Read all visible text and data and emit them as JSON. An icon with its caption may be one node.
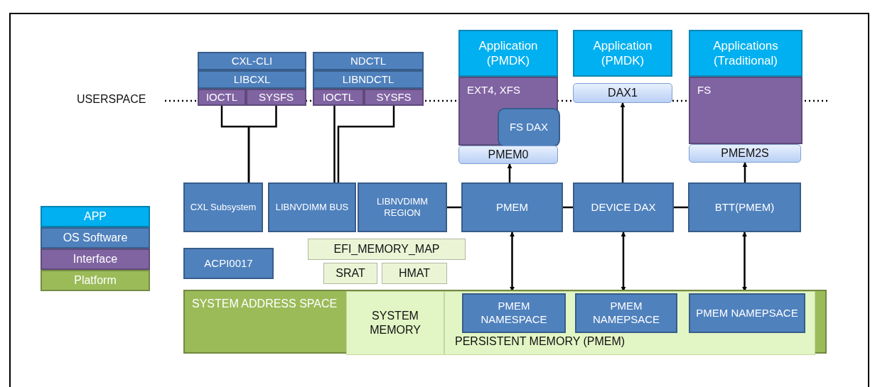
{
  "diagram": {
    "nodes": [
      {
        "text": [
          "CXL-CLI"
        ]
      },
      {
        "text": [
          "LIBCXL"
        ]
      },
      {
        "text": [
          "IOCTL"
        ]
      },
      {
        "text": [
          "SYSFS"
        ]
      },
      {
        "text": [
          "NDCTL"
        ]
      },
      {
        "text": [
          "LIBNDCTL"
        ]
      },
      {
        "text": [
          "IOCTL"
        ]
      },
      {
        "text": [
          "SYSFS"
        ]
      },
      {
        "text": [
          "Application (PMDK)"
        ]
      },
      {
        "text": [
          "Application (PMDK)"
        ]
      },
      {
        "text": [
          "Applications (Traditional)"
        ]
      },
      {
        "text": [
          "EXT4, XFS"
        ]
      },
      {
        "text": [
          "FS DAX"
        ],
        "in": 11
      },
      {
        "text": [
          "DAX1"
        ]
      },
      {
        "text": [
          "FS"
        ]
      },
      {
        "text": [
          "PMEM0"
        ]
      },
      {
        "text": [
          "PMEM2S"
        ]
      },
      {
        "text": [
          "CXL Subsystem"
        ]
      },
      {
        "text": [
          "LIBNVDIMM BUS"
        ]
      },
      {
        "text": [
          "LIBNVDIMM REGION"
        ]
      },
      {
        "text": [
          "PMEM"
        ]
      },
      {
        "text": [
          "DEVICE DAX"
        ]
      },
      {
        "text": [
          "BTT(PMEM)"
        ]
      },
      {
        "text": [
          "ACPI0017"
        ]
      },
      {
        "text": [
          "EFI_MEMORY_MAP"
        ]
      },
      {
        "text": [
          "SRAT"
        ]
      },
      {
        "text": [
          "HMAT"
        ]
      },
      {
        "text": [
          "SYSTEM ADDRESS SPACE"
        ]
      },
      {
        "text": [
          "SYSTEM MEMORY"
        ],
        "in": 27
      },
      {
        "text": [
          "PERSISTENT MEMORY (PMEM)"
        ],
        "in": 27
      },
      {
        "text": [
          "PMEM NAMESPACE"
        ],
        "in": 29
      },
      {
        "text": [
          "PMEM NAMEPSACE"
        ],
        "in": 29
      },
      {
        "text": [
          "PMEM NAMEPSACE"
        ],
        "in": 29
      }
    ],
    "edges": [
      {
        "from": 2,
        "to": 17,
        "arrow": "none"
      },
      {
        "from": 3,
        "to": 17,
        "arrow": "none"
      },
      {
        "from": 6,
        "to": 18,
        "arrow": "none"
      },
      {
        "from": 7,
        "to": 18,
        "arrow": "none"
      },
      {
        "from": 19,
        "to": 20,
        "arrow": "none"
      },
      {
        "from": 20,
        "to": 21,
        "arrow": "none"
      },
      {
        "from": 21,
        "to": 22,
        "arrow": "none"
      },
      {
        "from": 20,
        "to": 15,
        "arrow": "to"
      },
      {
        "from": 21,
        "to": 13,
        "arrow": "to"
      },
      {
        "from": 22,
        "to": 16,
        "arrow": "to"
      },
      {
        "from": 20,
        "to": 30,
        "arrow": "both"
      },
      {
        "from": 21,
        "to": 31,
        "arrow": "both"
      },
      {
        "from": 22,
        "to": 32,
        "arrow": "both"
      }
    ],
    "labels": [
      "USERSPACE"
    ],
    "legend": [
      {
        "text": "APP",
        "color": "#00b0f0"
      },
      {
        "text": "OS Software",
        "color": "#4f81bd"
      },
      {
        "text": "Interface",
        "color": "#8064a2"
      },
      {
        "text": "Platform",
        "color": "#9bbb59"
      }
    ]
  }
}
